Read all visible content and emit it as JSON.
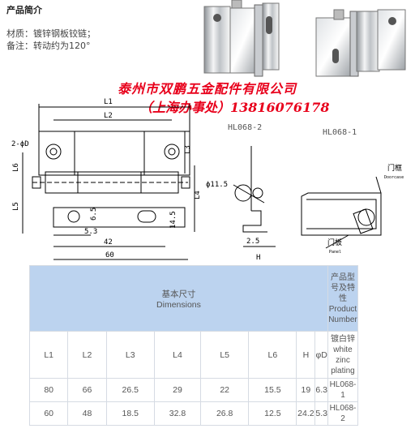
{
  "intro": {
    "title": "产品简介",
    "material": "材质：镀锌钢板铰链；",
    "note": "备注：转动约为120°"
  },
  "company": {
    "line1": "泰州市双鹏五金配件有限公司",
    "line2": "（上海办事处）13816076178"
  },
  "models": {
    "left": "HL068-2",
    "right": "HL068-1"
  },
  "drawing": {
    "labels": {
      "L1": "L1",
      "L2": "L2",
      "L3": "L3",
      "L4": "L4",
      "L5": "L5",
      "L6": "L6",
      "twophiD": "2-ϕD",
      "dim42": "42",
      "dim60": "60",
      "dim53": "5.3",
      "dim65": "6.5",
      "dim145": "14.5",
      "phi115": "ϕ11.5",
      "dim25": "2.5",
      "H": "H",
      "door_frame": "门框",
      "door_frame_en": "Doorcase",
      "door_panel": "门板",
      "door_panel_en": "Panel"
    }
  },
  "table": {
    "header_cn": "基本尺寸",
    "header_en": "Dimensions",
    "model_header_cn": "产品型号及特性",
    "model_header_en": "Product Number",
    "columns": [
      "L1",
      "L2",
      "L3",
      "L4",
      "L5",
      "L6",
      "H",
      "φD"
    ],
    "finish_label": "镀白锌 white zinc plating",
    "rows": [
      {
        "cells": [
          "80",
          "66",
          "26.5",
          "29",
          "22",
          "15.5",
          "19",
          "6.3"
        ],
        "model": "HL068-1"
      },
      {
        "cells": [
          "60",
          "48",
          "18.5",
          "32.8",
          "26.8",
          "12.5",
          "24.2",
          "5.3"
        ],
        "model": "HL068-2"
      }
    ]
  }
}
